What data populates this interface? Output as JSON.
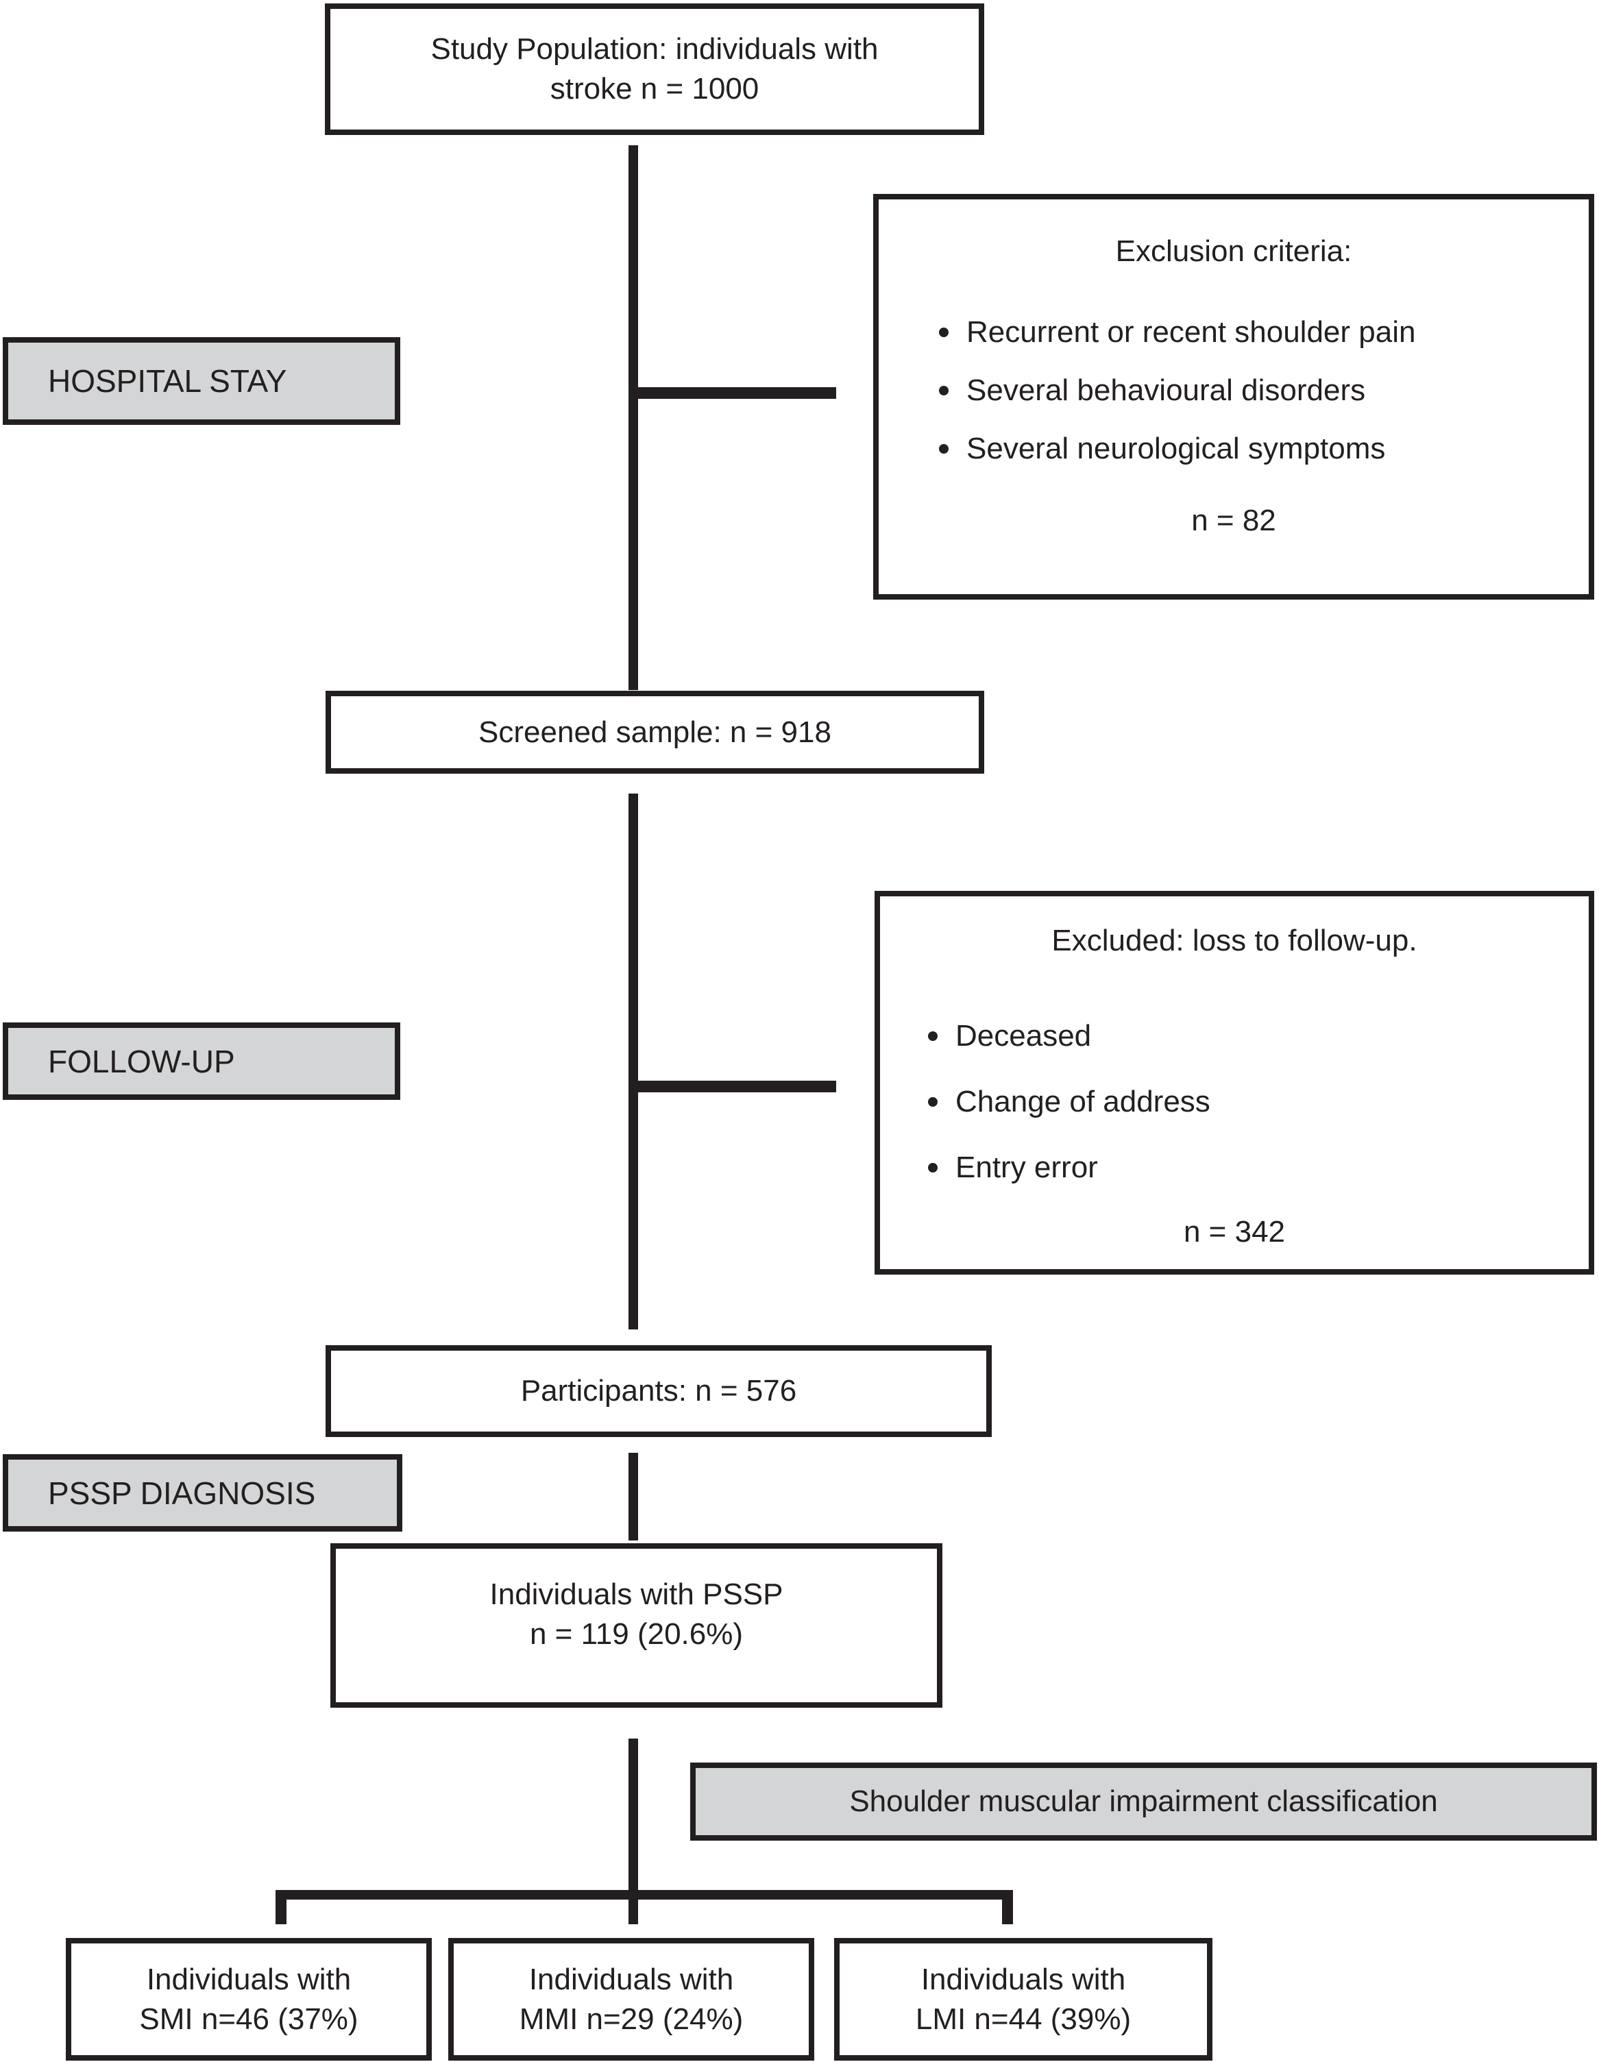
{
  "colors": {
    "background": "#ffffff",
    "box_border": "#231f20",
    "box_fill_white": "#ffffff",
    "box_fill_gray": "#d3d5d6",
    "text": "#231f20",
    "connector_line": "#231f20"
  },
  "flow": {
    "study_population": {
      "line1": "Study Population: individuals with",
      "line2": "stroke n = 1000"
    },
    "stage_labels": {
      "hospital_stay": "HOSPITAL STAY",
      "follow_up": "FOLLOW-UP",
      "pssp_diagnosis": "PSSP DIAGNOSIS",
      "classification": "Shoulder muscular impairment classification"
    },
    "exclusion": {
      "title": "Exclusion criteria:",
      "bullets": [
        "Recurrent or recent shoulder pain",
        "Several behavioural disorders",
        "Several neurological symptoms"
      ],
      "n": "n = 82"
    },
    "screened": {
      "label": "Screened sample: n = 918"
    },
    "excluded_followup": {
      "title": "Excluded: loss to follow-up.",
      "bullets": [
        "Deceased",
        "Change of address",
        "Entry error"
      ],
      "n": "n = 342"
    },
    "participants": {
      "label": "Participants: n = 576"
    },
    "pssp": {
      "line1": "Individuals with PSSP",
      "line2": "n = 119 (20.6%)"
    },
    "outcomes": [
      {
        "line1": "Individuals with",
        "line2": "SMI n=46 (37%)"
      },
      {
        "line1": "Individuals with",
        "line2": "MMI n=29 (24%)"
      },
      {
        "line1": "Individuals with",
        "line2": "LMI n=44 (39%)"
      }
    ]
  }
}
